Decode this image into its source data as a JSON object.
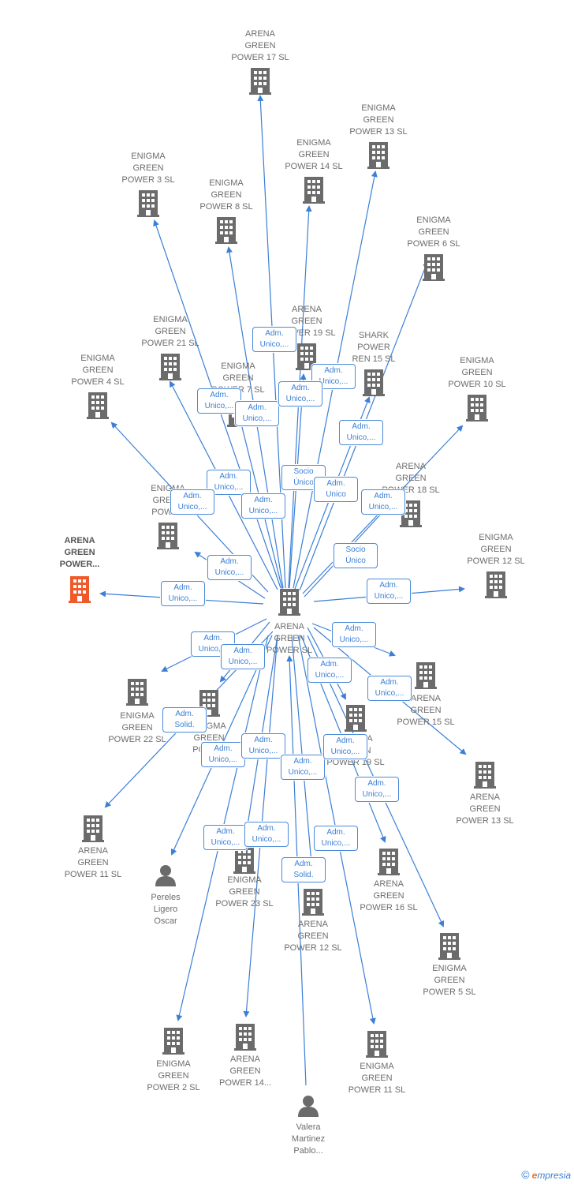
{
  "center": {
    "label": "ARENA\nGREEN\nPOWER SL"
  },
  "nodes": [
    {
      "label": "ARENA\nGREEN\nPOWER 17 SL",
      "type": "company"
    },
    {
      "label": "ENIGMA\nGREEN\nPOWER 13 SL",
      "type": "company"
    },
    {
      "label": "ENIGMA\nGREEN\nPOWER 14 SL",
      "type": "company"
    },
    {
      "label": "ENIGMA\nGREEN\nPOWER 3 SL",
      "type": "company"
    },
    {
      "label": "ENIGMA\nGREEN\nPOWER 8 SL",
      "type": "company"
    },
    {
      "label": "ENIGMA\nGREEN\nPOWER 6 SL",
      "type": "company"
    },
    {
      "label": "ARENA\nGREEN\nPOWER 19 SL",
      "type": "company"
    },
    {
      "label": "SHARK\nPOWER\nREN 15 SL",
      "type": "company"
    },
    {
      "label": "ENIGMA\nGREEN\nPOWER 21 SL",
      "type": "company"
    },
    {
      "label": "ENIGMA\nGREEN\nPOWER 7 SL",
      "type": "company"
    },
    {
      "label": "ENIGMA\nGREEN\nPOWER 4 SL",
      "type": "company"
    },
    {
      "label": "ENIGMA\nGREEN\nPOWER 10 SL",
      "type": "company"
    },
    {
      "label": "ARENA\nGREEN\nPOWER 18 SL",
      "type": "company"
    },
    {
      "label": "ENIGMA\nGREEN\nPOWER",
      "type": "company"
    },
    {
      "label": "ARENA\nGREEN\nPOWER...",
      "type": "focus"
    },
    {
      "label": "ENIGMA\nGREEN\nPOWER 12 SL",
      "type": "company"
    },
    {
      "label": "ENIGMA\nGREEN\nPOWER 22 SL",
      "type": "company"
    },
    {
      "label": "ENIGMA\nGREEN\nPOWER",
      "type": "company"
    },
    {
      "label": "ARENA\nGREEN\nPOWER 15 SL",
      "type": "company"
    },
    {
      "label": "ARENA\nGREEN\nPOWER 13 SL",
      "type": "company"
    },
    {
      "label": "ENIGMA\nGREEN\nPOWER 19 SL",
      "type": "company"
    },
    {
      "label": "ARENA\nGREEN\nPOWER 11 SL",
      "type": "company"
    },
    {
      "label": "Pereles\nLigero\nOscar",
      "type": "person"
    },
    {
      "label": "ENIGMA\nGREEN\nPOWER 23 SL",
      "type": "company"
    },
    {
      "label": "ARENA\nGREEN\nPOWER 16 SL",
      "type": "company"
    },
    {
      "label": "ARENA\nGREEN\nPOWER 12 SL",
      "type": "company"
    },
    {
      "label": "ENIGMA\nGREEN\nPOWER 5 SL",
      "type": "company"
    },
    {
      "label": "ENIGMA\nGREEN\nPOWER 2 SL",
      "type": "company"
    },
    {
      "label": "ARENA\nGREEN\nPOWER 14...",
      "type": "company"
    },
    {
      "label": "ENIGMA\nGREEN\nPOWER 11 SL",
      "type": "company"
    },
    {
      "label": "Valera\nMartinez\nPablo...",
      "type": "person"
    }
  ],
  "edge_tags": [
    {
      "text": "Adm.\nUnico,..."
    },
    {
      "text": "Adm.\nUnico,..."
    },
    {
      "text": "Adm.\nUnico,..."
    },
    {
      "text": "Adm.\nUnico,..."
    },
    {
      "text": "Adm.\nUnico,..."
    },
    {
      "text": "Adm.\nUnico,..."
    },
    {
      "text": "Socio\nÚnico"
    },
    {
      "text": "Adm.\nUnico"
    },
    {
      "text": "Adm.\nUnico,..."
    },
    {
      "text": "Adm.\nUnico,..."
    },
    {
      "text": "Adm.\nUnico,..."
    },
    {
      "text": "Adm.\nUnico,..."
    },
    {
      "text": "Socio\nÚnico"
    },
    {
      "text": "Adm.\nUnico,..."
    },
    {
      "text": "Adm.\nUnico,..."
    },
    {
      "text": "Adm.\nUnico,..."
    },
    {
      "text": "Adm.\nUnico,..."
    },
    {
      "text": "Adm.\nUnico,..."
    },
    {
      "text": "Adm.\nUnico,..."
    },
    {
      "text": "Adm.\nUnico,..."
    },
    {
      "text": "Adm.\nUnico,..."
    },
    {
      "text": "Adm.\nSolid."
    },
    {
      "text": "Adm.\nUnico,..."
    },
    {
      "text": "Adm.\nUnico,..."
    },
    {
      "text": "Adm.\nUnico,..."
    },
    {
      "text": "Adm.\nUnico,..."
    },
    {
      "text": "Adm.\nUnico,..."
    },
    {
      "text": "Adm.\nUnico,..."
    },
    {
      "text": "Adm.\nUnico,..."
    },
    {
      "text": "Adm.\nUnico,..."
    },
    {
      "text": "Adm.\nSolid."
    }
  ],
  "footer": {
    "copyright": "©",
    "brand_e": "e",
    "brand_rest": "mpresia"
  },
  "colors": {
    "edge": "#3b7fd6",
    "icon": "#6b6b6b",
    "focus_icon": "#f0592a",
    "label": "#6d6d6d"
  }
}
